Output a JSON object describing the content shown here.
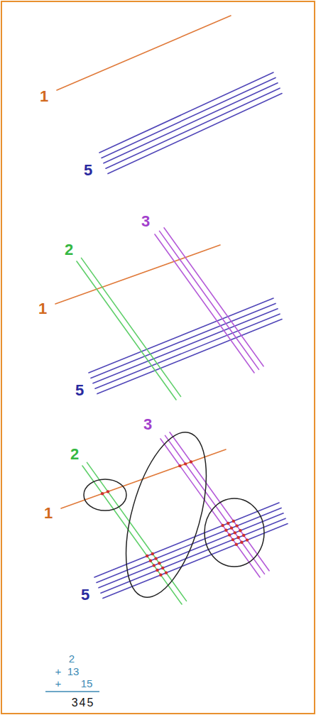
{
  "diagram": {
    "labels": [
      "1",
      "5",
      "3",
      "2",
      "1",
      "5",
      "3",
      "2",
      "1",
      "5",
      "2",
      "+",
      "13",
      "+",
      "15",
      "345"
    ]
  }
}
